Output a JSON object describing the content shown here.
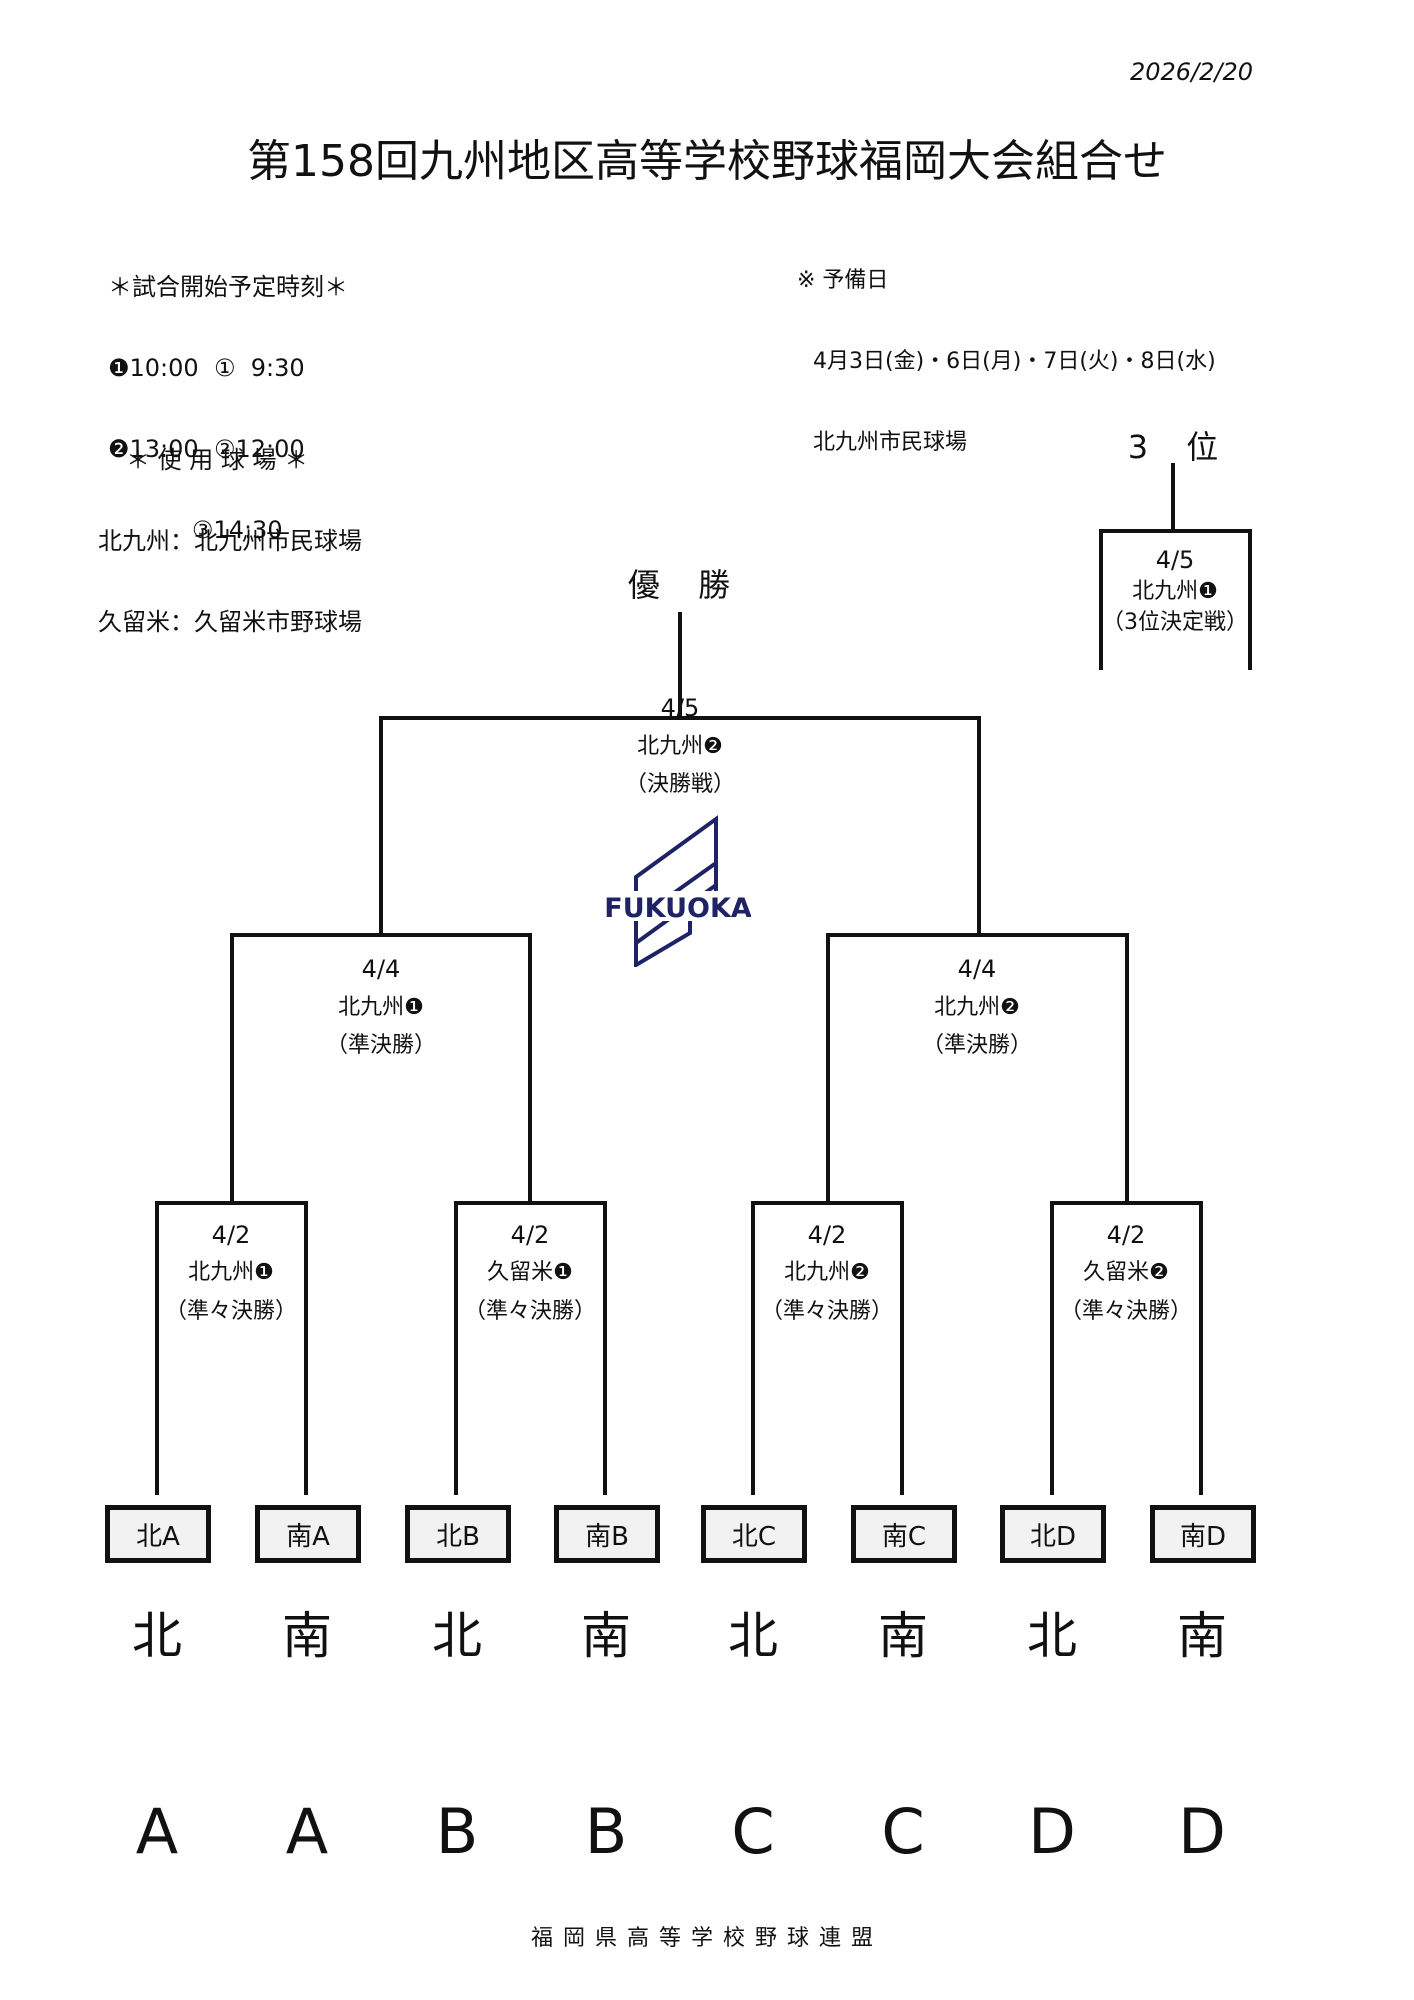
{
  "header": {
    "date": "2026/2/20",
    "title": "第158回九州地区高等学校野球福岡大会組合せ"
  },
  "schedule": {
    "heading": "＊試合開始予定時刻＊",
    "rows": [
      "❶10:00  ①  9:30",
      "❷13:00  ②12:00",
      "           ③14:30"
    ]
  },
  "venues": {
    "heading": "＊ 使 用 球 場 ＊",
    "rows": [
      "北九州：北九州市民球場",
      "久留米：久留米市野球場"
    ]
  },
  "reserve": {
    "heading": "※ 予備日",
    "dates": "4月3日(金)・6日(月)・7日(火)・8日(水)",
    "venue": "北九州市民球場"
  },
  "labels": {
    "champion": "優 勝",
    "third_place": "3 位"
  },
  "logo": {
    "text": "FUKUOKA",
    "color": "#1f2366"
  },
  "matches": {
    "final": {
      "date": "4/5",
      "venue": "北九州❷",
      "round": "（決勝戦）"
    },
    "third": {
      "date": "4/5",
      "venue": "北九州❶",
      "round": "（3位決定戦）"
    },
    "sf1": {
      "date": "4/4",
      "venue": "北九州❶",
      "round": "（準決勝）"
    },
    "sf2": {
      "date": "4/4",
      "venue": "北九州❷",
      "round": "（準決勝）"
    },
    "qf1": {
      "date": "4/2",
      "venue": "北九州❶",
      "round": "（準々決勝）"
    },
    "qf2": {
      "date": "4/2",
      "venue": "久留米❶",
      "round": "（準々決勝）"
    },
    "qf3": {
      "date": "4/2",
      "venue": "北九州❷",
      "round": "（準々決勝）"
    },
    "qf4": {
      "date": "4/2",
      "venue": "久留米❷",
      "round": "（準々決勝）"
    }
  },
  "teams": [
    {
      "slot": "北A",
      "region": "北",
      "letter": "A"
    },
    {
      "slot": "南A",
      "region": "南",
      "letter": "A"
    },
    {
      "slot": "北B",
      "region": "北",
      "letter": "B"
    },
    {
      "slot": "南B",
      "region": "南",
      "letter": "B"
    },
    {
      "slot": "北C",
      "region": "北",
      "letter": "C"
    },
    {
      "slot": "南C",
      "region": "南",
      "letter": "C"
    },
    {
      "slot": "北D",
      "region": "北",
      "letter": "D"
    },
    {
      "slot": "南D",
      "region": "南",
      "letter": "D"
    }
  ],
  "footer": "福岡県高等学校野球連盟"
}
